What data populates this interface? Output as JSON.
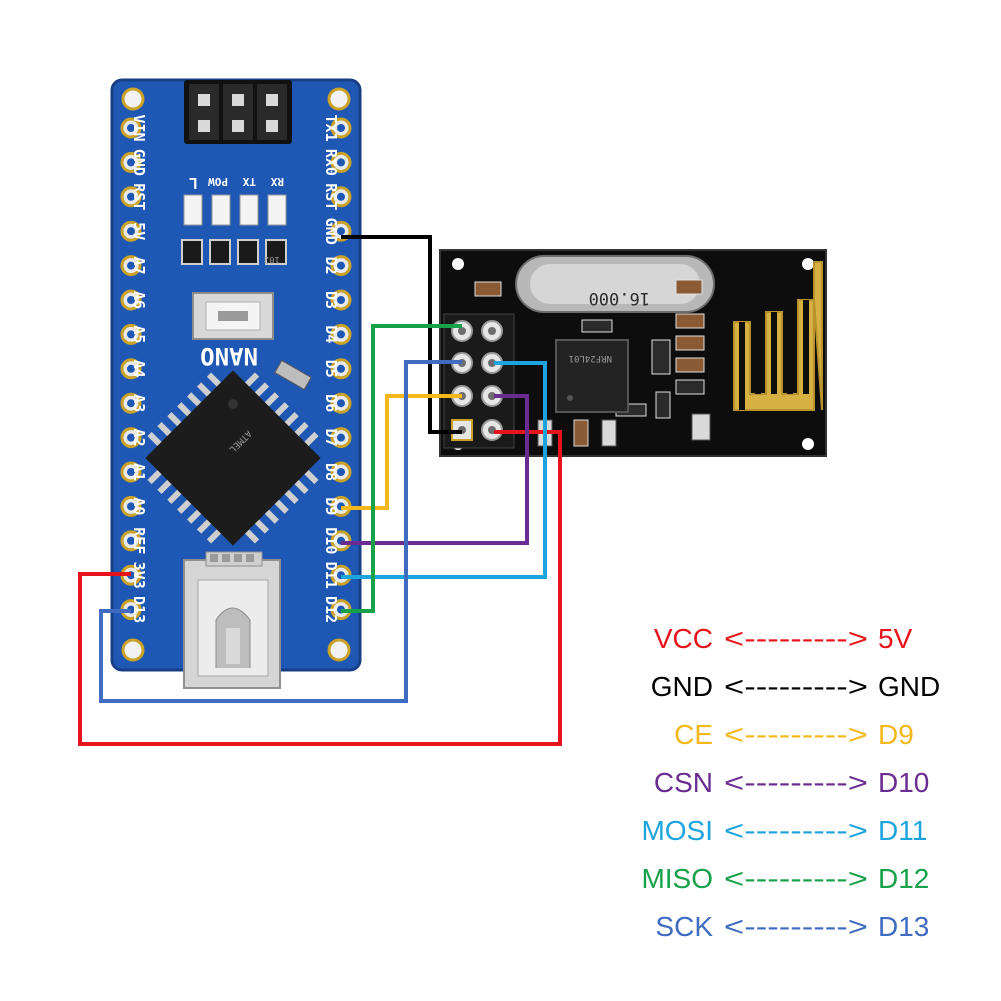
{
  "arduino": {
    "board_name": "NANO",
    "left_pins": [
      "VIN",
      "GND",
      "RST",
      "5V",
      "A7",
      "A6",
      "A5",
      "A4",
      "A3",
      "A2",
      "A1",
      "A0",
      "REF",
      "3V3",
      "D13"
    ],
    "right_pins": [
      "TX1",
      "RX0",
      "RST",
      "GND",
      "D2",
      "D3",
      "D4",
      "D5",
      "D6",
      "D7",
      "D8",
      "D9",
      "D10",
      "D11",
      "D12"
    ],
    "led_labels": [
      "L",
      "POW",
      "TX",
      "RX"
    ],
    "resistor_code": "102",
    "chip_text": "ATMEL"
  },
  "rf_module": {
    "crystal_text": "16.000",
    "chip_text": "NRF24L01"
  },
  "colors": {
    "vcc": "#e8141b",
    "gnd": "#000000",
    "ce": "#f5b81b",
    "csn": "#6a2c91",
    "mosi": "#1ea4dc",
    "miso": "#17a14a",
    "sck": "#3f6cc0",
    "pcb": "#1f58b4",
    "rf": "#0d0d0d"
  },
  "legend": [
    {
      "left": "VCC",
      "arrow": "<--------->",
      "right": "5V",
      "color": "#e8141b"
    },
    {
      "left": "GND",
      "arrow": "<--------->",
      "right": "GND",
      "color": "#000000"
    },
    {
      "left": "CE",
      "arrow": "<--------->",
      "right": "D9",
      "color": "#f5b81b"
    },
    {
      "left": "CSN",
      "arrow": "<--------->",
      "right": "D10",
      "color": "#6a2c91"
    },
    {
      "left": "MOSI",
      "arrow": "<--------->",
      "right": "D11",
      "color": "#1ea4dc"
    },
    {
      "left": "MISO",
      "arrow": "<--------->",
      "right": "D12",
      "color": "#17a14a"
    },
    {
      "left": "SCK",
      "arrow": "<--------->",
      "right": "D13",
      "color": "#3f6cc0"
    }
  ]
}
